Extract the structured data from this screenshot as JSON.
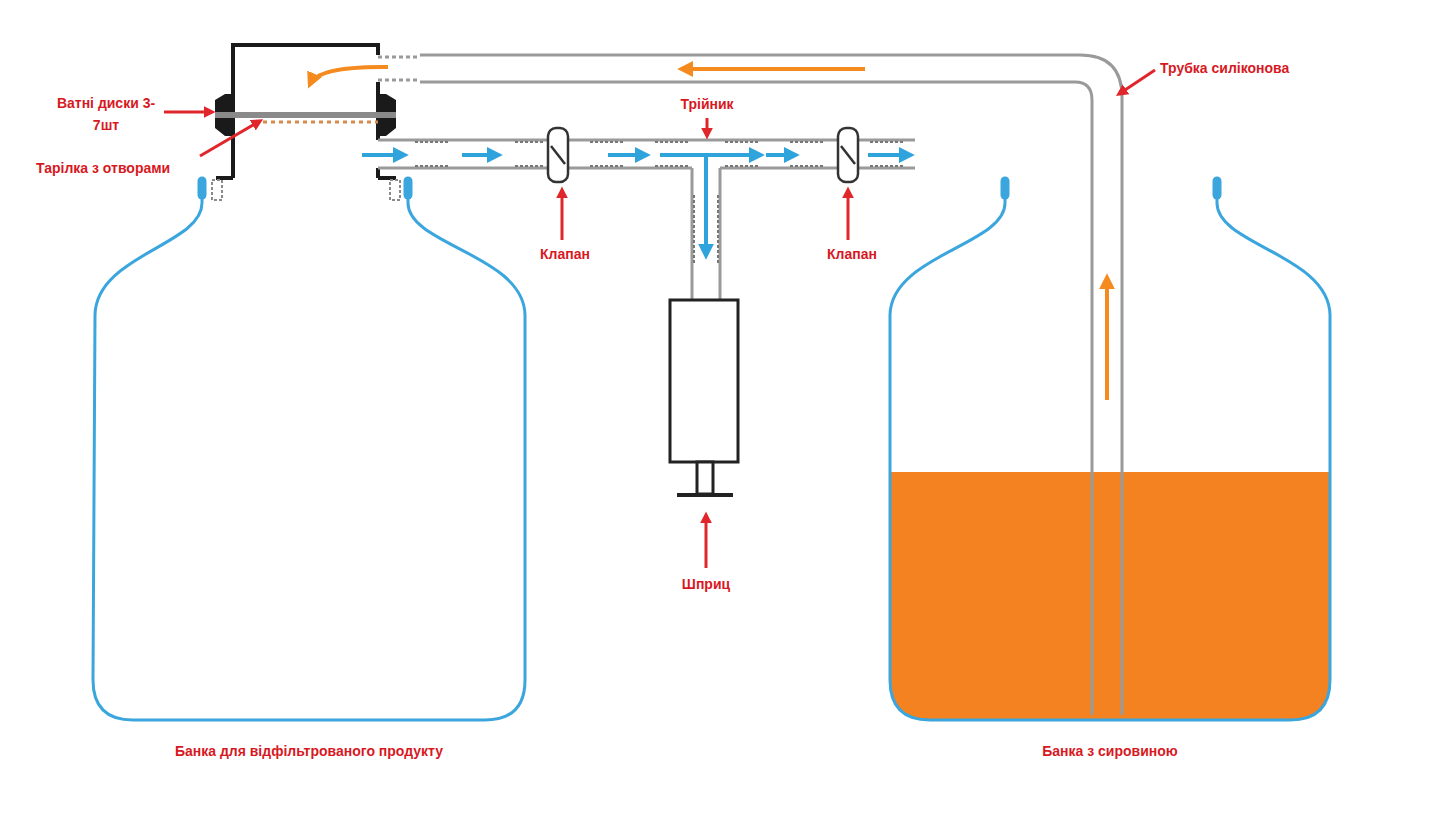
{
  "diagram": {
    "nodes": [
      {
        "text": [
          "Банка для відфільтрованого продукту"
        ]
      },
      {
        "text": [
          "Банка з сировиною"
        ]
      }
    ],
    "labels": [
      "Ватні диски 3-7шт",
      "Тарілка з отворами",
      "Трійник",
      "Клапан",
      "Клапан",
      "Шприц",
      "Трубка силіконова"
    ]
  }
}
